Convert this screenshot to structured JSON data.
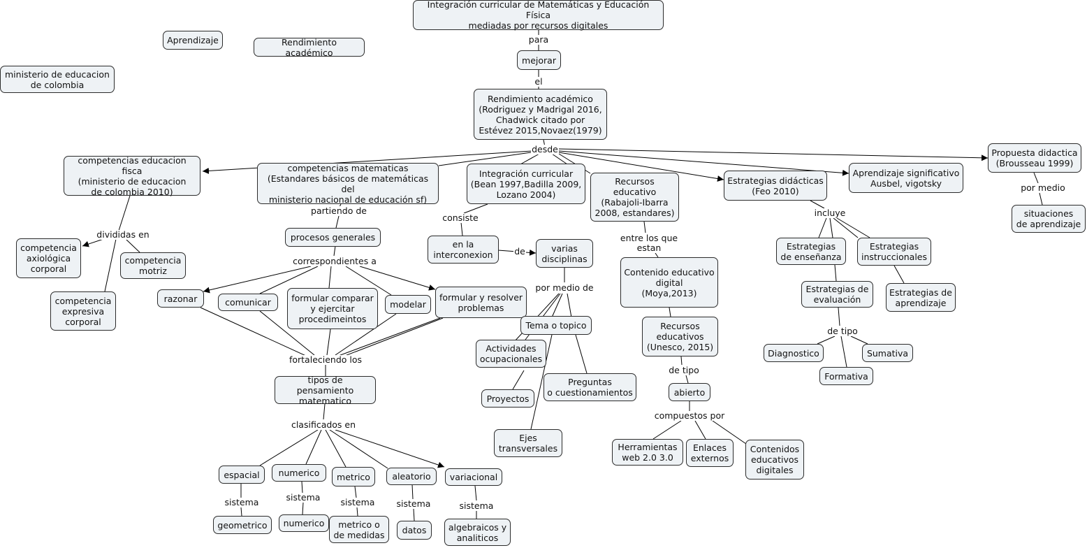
{
  "nodes": {
    "integracion_curricular_mat": "Integración curricular de Matemáticas y Educación Física\nmediadas por recursos digitales",
    "aprendizaje": "Aprendizaje",
    "rendimiento_top": "Rendimiento académico",
    "ministerio": "ministerio de educacion\nde colombia",
    "mejorar": "mejorar",
    "rendimiento_main": "Rendimiento académico\n(Rodriguez y Madrigal 2016,\nChadwick citado por\nEstévez 2015,Novaez(1979)",
    "comp_ed_fisica": "competencias educacion fisca\n(ministerio de educacion\nde colombia 2010)",
    "comp_matematicas": "competencias matematicas\n(Estandares básicos de matemáticas del\nministerio nacional de educación sf)",
    "integracion_curricular": "Integración curricular\n(Bean 1997,Badilla 2009,\nLozano 2004)",
    "recursos_educativo": "Recursos\neducativo\n(Rabajoli-Ibarra\n2008, estandares)",
    "estrategias_didacticas": "Estrategias didácticas\n(Feo 2010)",
    "aprendizaje_significativo": "Aprendizaje significativo\nAusbel, vigotsky",
    "propuesta_didactica": "Propuesta didactica\n(Brousseau 1999)",
    "situaciones": "situaciones\nde aprendizaje",
    "comp_axiologica": "competencia\naxiológica\ncorporal",
    "comp_motriz": "competencia\nmotriz",
    "comp_expresiva": "competencia\nexpresiva\ncorporal",
    "procesos_generales": "procesos generales",
    "razonar": "razonar",
    "comunicar": "comunicar",
    "formular_comparar": "formular comparar\ny ejercitar\nprocedimeintos",
    "modelar": "modelar",
    "formular_resolver": "formular y resolver\nproblemas",
    "tipos_pensamiento": "tipos de pensamiento\nmatematico",
    "espacial": "espacial",
    "numerico": "numerico",
    "metrico": "metrico",
    "aleatorio": "aleatorio",
    "variacional": "variacional",
    "geometrico": "geometrico",
    "numerico2": "numerico",
    "metrico_medidas": "metrico o\nde medidas",
    "datos": "datos",
    "algebraicos": "algebraicos y\nanaliticos",
    "interconexion": "en la\ninterconexion",
    "varias_disciplinas": "varias\ndisciplinas",
    "tema_topico": "Tema o topico",
    "actividades": "Actividades\nocupacionales",
    "proyectos": "Proyectos",
    "preguntas": "Preguntas\no cuestionamientos",
    "ejes": "Ejes\ntransversales",
    "contenido_educativo": "Contenido educativo\ndigital\n(Moya,2013)",
    "recursos_unesco": "Recursos\neducativos\n(Unesco, 2015)",
    "abierto": "abierto",
    "herramientas": "Herramientas\nweb 2.0 3.0",
    "enlaces": "Enlaces\nexternos",
    "contenidos_digitales": "Contenidos\neducativos\ndigitales",
    "estrategias_ensenanza": "Estrategias\nde enseñanza",
    "estrategias_instruccionales": "Estrategias\ninstruccionales",
    "estrategias_evaluacion": "Estrategias de\nevaluación",
    "estrategias_aprendizaje": "Estrategias de\naprendizaje",
    "diagnostico": "Diagnostico",
    "sumativa": "Sumativa",
    "formativa": "Formativa"
  },
  "links": {
    "para": "para",
    "el": "el",
    "desde": "desde",
    "por_medio": "por medio",
    "divididas_en": "divididas en",
    "partiendo_de": "partiendo de",
    "correspondientes_a": "correspondientes a",
    "fortaleciendo_los": "fortaleciendo los",
    "clasificados_en": "clasificados en",
    "sistema1": "sistema",
    "sistema2": "sistema",
    "sistema3": "sistema",
    "sistema4": "sistema",
    "sistema5": "sistema",
    "consiste": "consiste",
    "de": "de",
    "por_medio_de": "por medio de",
    "entre_los_que_estan": "entre los que\nestan",
    "de_tipo1": "de tipo",
    "compuestos_por": "compuestos por",
    "incluye": "incluye",
    "de_tipo2": "de tipo"
  }
}
